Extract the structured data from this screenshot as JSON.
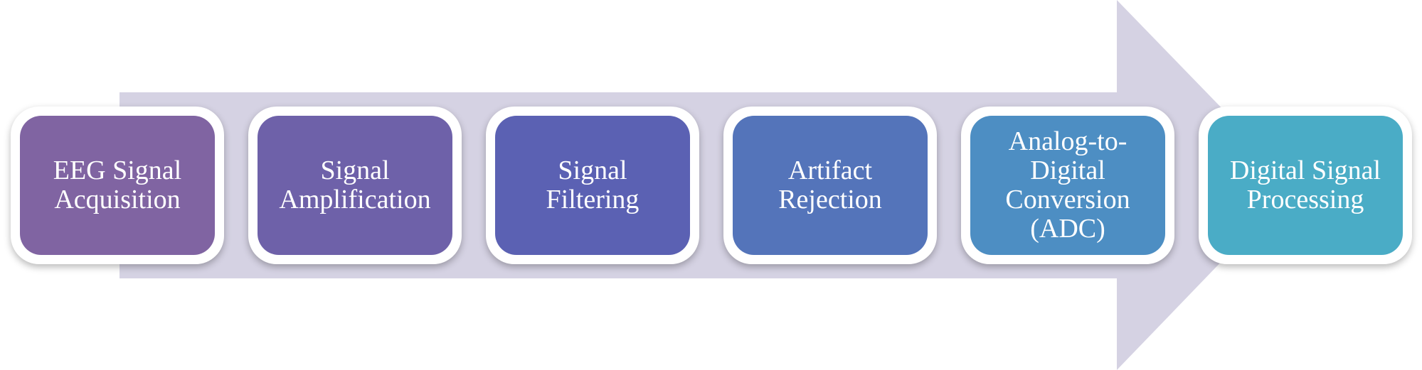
{
  "diagram": {
    "type": "process-flow",
    "direction": "left-to-right",
    "arrow_color": "#d5d2e3",
    "steps": [
      {
        "label": "EEG Signal\nAcquisition",
        "color": "#8064a2"
      },
      {
        "label": "Signal\nAmplification",
        "color": "#6e61a9"
      },
      {
        "label": "Signal\nFiltering",
        "color": "#5b61b3"
      },
      {
        "label": "Artifact\nRejection",
        "color": "#5474ba"
      },
      {
        "label": "Analog-to-\nDigital\nConversion\n(ADC)",
        "color": "#4d8ec3"
      },
      {
        "label": "Digital Signal\nProcessing",
        "color": "#4aacc6"
      }
    ]
  }
}
